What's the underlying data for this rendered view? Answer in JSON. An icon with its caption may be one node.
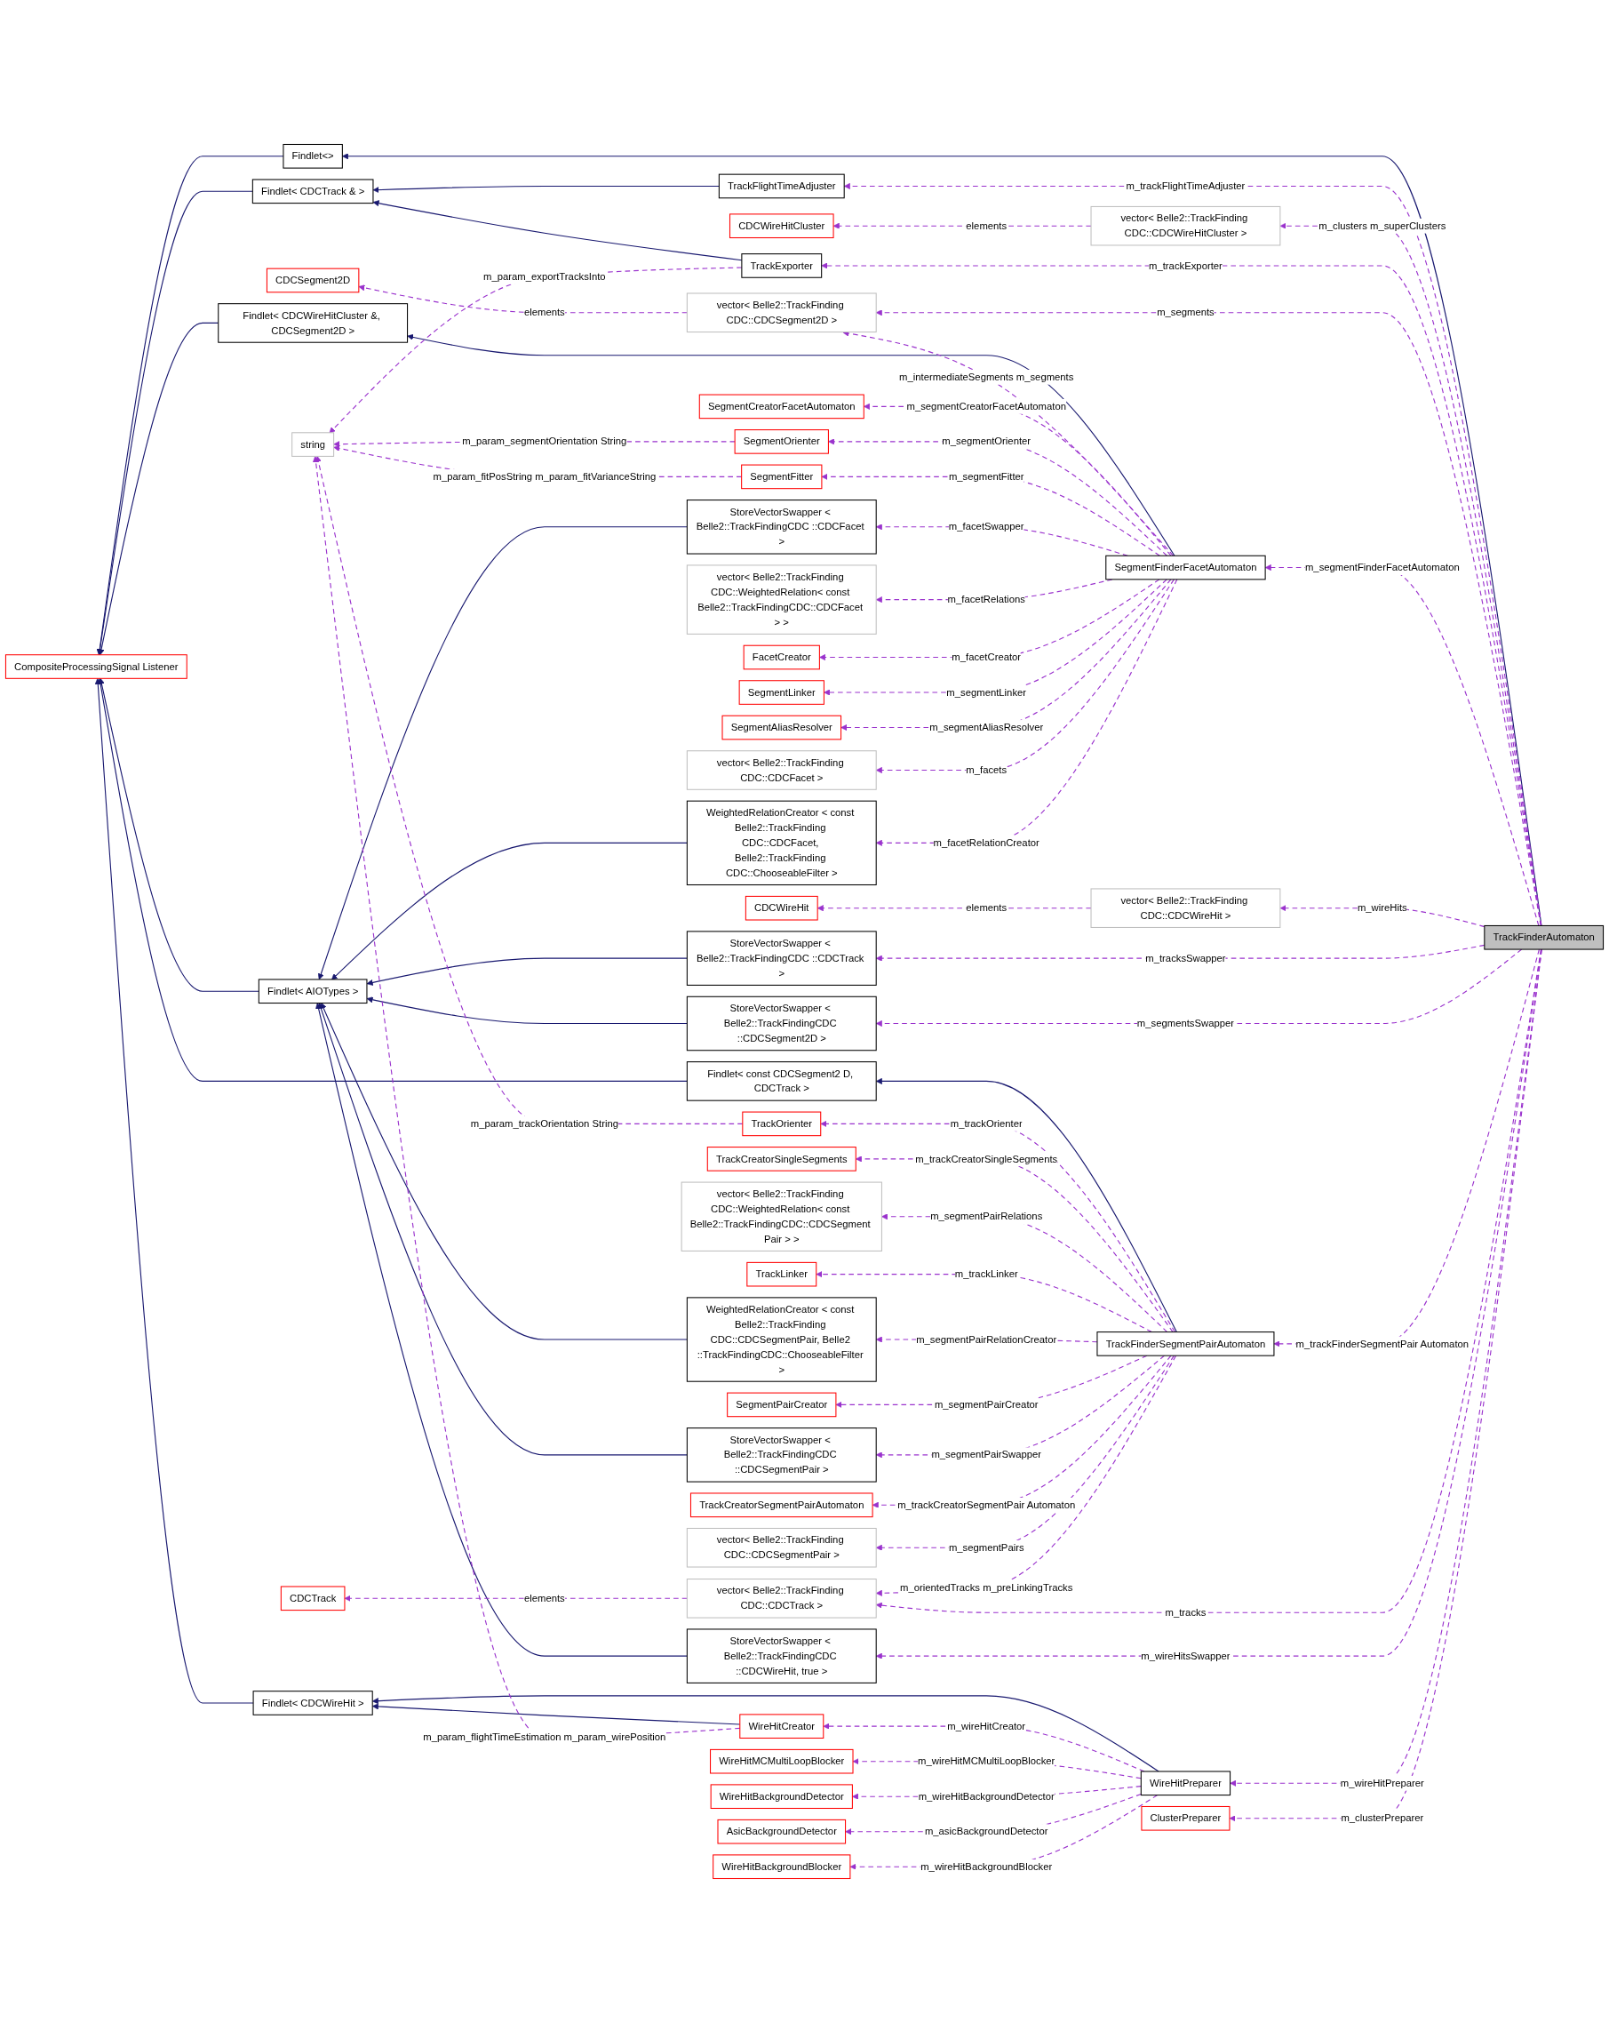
{
  "diagram": {
    "nodes": [
      {
        "text": [
          "Findlet<>"
        ]
      },
      {
        "text": [
          "TrackFlightTimeAdjuster"
        ]
      },
      {
        "text": [
          "CDCWireHitCluster"
        ]
      },
      {
        "text": [
          "vector< Belle2::TrackFinding CDC::CDCWireHitCluster >"
        ]
      },
      {
        "text": [
          "Findlet< CDCTrack & >"
        ]
      },
      {
        "text": [
          "TrackExporter"
        ]
      },
      {
        "text": [
          "Findlet< CDCWireHitCluster &, CDCSegment2D >"
        ]
      },
      {
        "text": [
          "CDCSegment2D"
        ]
      },
      {
        "text": [
          "vector< Belle2::TrackFinding CDC::CDCSegment2D >"
        ]
      },
      {
        "text": [
          "SegmentCreatorFacetAutomaton"
        ]
      },
      {
        "text": [
          "CompositeProcessingSignal Listener"
        ]
      },
      {
        "text": [
          "string"
        ]
      },
      {
        "text": [
          "SegmentOrienter"
        ]
      },
      {
        "text": [
          "SegmentFitter"
        ]
      },
      {
        "text": [
          "StoreVectorSwapper < Belle2::TrackFindingCDC ::CDCFacet >"
        ]
      },
      {
        "text": [
          "vector< Belle2::TrackFinding CDC::WeightedRelation< const Belle2::TrackFindingCDC::CDCFacet > >"
        ]
      },
      {
        "text": [
          "SegmentFinderFacetAutomaton"
        ]
      },
      {
        "text": [
          "FacetCreator"
        ]
      },
      {
        "text": [
          "SegmentLinker"
        ]
      },
      {
        "text": [
          "SegmentAliasResolver"
        ]
      },
      {
        "text": [
          "vector< Belle2::TrackFinding CDC::CDCFacet >"
        ]
      },
      {
        "text": [
          "WeightedRelationCreator < const Belle2::TrackFinding CDC::CDCFacet, Belle2::TrackFinding CDC::ChooseableFilter >"
        ]
      },
      {
        "text": [
          "CDCWireHit"
        ]
      },
      {
        "text": [
          "vector< Belle2::TrackFinding CDC::CDCWireHit >"
        ]
      },
      {
        "text": [
          "TrackFinderAutomaton"
        ]
      },
      {
        "text": [
          "TrackOrienter"
        ]
      },
      {
        "text": [
          "StoreVectorSwapper < Belle2::TrackFindingCDC ::CDCTrack >"
        ]
      },
      {
        "text": [
          "Findlet< AIOTypes >"
        ]
      },
      {
        "text": [
          "StoreVectorSwapper < Belle2::TrackFindingCDC ::CDCSegment2D >"
        ]
      },
      {
        "text": [
          "TrackCreatorSingleSegments"
        ]
      },
      {
        "text": [
          "vector< Belle2::TrackFinding CDC::WeightedRelation< const Belle2::TrackFindingCDC::CDCSegment Pair > >"
        ]
      },
      {
        "text": [
          "TrackLinker"
        ]
      },
      {
        "text": [
          "WeightedRelationCreator < const Belle2::TrackFinding CDC::CDCSegmentPair, Belle2 ::TrackFindingCDC::ChooseableFilter >"
        ]
      },
      {
        "text": [
          "TrackFinderSegmentPairAutomaton"
        ]
      },
      {
        "text": [
          "SegmentPairCreator"
        ]
      },
      {
        "text": [
          "StoreVectorSwapper < Belle2::TrackFindingCDC ::CDCSegmentPair >"
        ]
      },
      {
        "text": [
          "TrackCreatorSegmentPairAutomaton"
        ]
      },
      {
        "text": [
          "vector< Belle2::TrackFinding CDC::CDCSegmentPair >"
        ]
      },
      {
        "text": [
          "Findlet< const CDCSegment2 D, CDCTrack >"
        ]
      },
      {
        "text": [
          "vector< Belle2::TrackFinding CDC::CDCTrack >"
        ]
      },
      {
        "text": [
          "CDCTrack"
        ]
      },
      {
        "text": [
          "StoreVectorSwapper < Belle2::TrackFindingCDC ::CDCWireHit, true >"
        ]
      },
      {
        "text": [
          "Findlet< CDCWireHit >"
        ]
      },
      {
        "text": [
          "WireHitCreator"
        ]
      },
      {
        "text": [
          "WireHitMCMultiLoopBlocker"
        ]
      },
      {
        "text": [
          "WireHitPreparer"
        ]
      },
      {
        "text": [
          "WireHitBackgroundDetector"
        ]
      },
      {
        "text": [
          "ClusterPreparer"
        ]
      },
      {
        "text": [
          "AsicBackgroundDetector"
        ]
      },
      {
        "text": [
          "WireHitBackgroundBlocker"
        ]
      }
    ],
    "edges": [
      {
        "from": 24,
        "to": 0,
        "arrow": "to",
        "color": "#191970"
      },
      {
        "from": 0,
        "to": 10,
        "arrow": "to",
        "color": "#191970"
      },
      {
        "from": 1,
        "to": 4,
        "arrow": "to",
        "color": "#191970"
      },
      {
        "from": 5,
        "to": 4,
        "arrow": "to",
        "color": "#191970"
      },
      {
        "from": 4,
        "to": 10,
        "arrow": "to",
        "color": "#191970"
      },
      {
        "from": 16,
        "to": 6,
        "arrow": "to",
        "color": "#191970"
      },
      {
        "from": 6,
        "to": 10,
        "arrow": "to",
        "color": "#191970"
      },
      {
        "from": 14,
        "to": 27,
        "arrow": "to",
        "color": "#191970"
      },
      {
        "from": 21,
        "to": 27,
        "arrow": "to",
        "color": "#191970"
      },
      {
        "from": 26,
        "to": 27,
        "arrow": "to",
        "color": "#191970"
      },
      {
        "from": 28,
        "to": 27,
        "arrow": "to",
        "color": "#191970"
      },
      {
        "from": 32,
        "to": 27,
        "arrow": "to",
        "color": "#191970"
      },
      {
        "from": 35,
        "to": 27,
        "arrow": "to",
        "color": "#191970"
      },
      {
        "from": 41,
        "to": 27,
        "arrow": "to",
        "color": "#191970"
      },
      {
        "from": 27,
        "to": 10,
        "arrow": "to",
        "color": "#191970"
      },
      {
        "from": 33,
        "to": 38,
        "arrow": "to",
        "color": "#191970"
      },
      {
        "from": 38,
        "to": 10,
        "arrow": "to",
        "color": "#191970"
      },
      {
        "from": 43,
        "to": 42,
        "arrow": "to",
        "color": "#191970"
      },
      {
        "from": 45,
        "to": 42,
        "arrow": "to",
        "color": "#191970"
      },
      {
        "from": 42,
        "to": 10,
        "arrow": "to",
        "color": "#191970"
      },
      {
        "from": 24,
        "to": 1,
        "arrow": "to",
        "style": "dashed",
        "label": "m_trackFlightTimeAdjuster"
      },
      {
        "from": 24,
        "to": 3,
        "arrow": "to",
        "style": "dashed",
        "label": "m_clusters m_superClusters"
      },
      {
        "from": 3,
        "to": 2,
        "arrow": "to",
        "style": "dashed",
        "label": "elements"
      },
      {
        "from": 24,
        "to": 5,
        "arrow": "to",
        "style": "dashed",
        "label": "m_trackExporter"
      },
      {
        "from": 5,
        "to": 11,
        "arrow": "to",
        "style": "dashed",
        "label": "m_param_exportTracksInto"
      },
      {
        "from": 24,
        "to": 8,
        "arrow": "to",
        "style": "dashed",
        "label": "m_segments"
      },
      {
        "from": 8,
        "to": 7,
        "arrow": "to",
        "style": "dashed",
        "label": "elements"
      },
      {
        "from": 16,
        "to": 8,
        "arrow": "to",
        "style": "dashed",
        "label": "m_intermediateSegments m_segments"
      },
      {
        "from": 16,
        "to": 9,
        "arrow": "to",
        "style": "dashed",
        "label": "m_segmentCreatorFacetAutomaton"
      },
      {
        "from": 12,
        "to": 11,
        "arrow": "to",
        "style": "dashed",
        "label": "m_param_segmentOrientation String"
      },
      {
        "from": 16,
        "to": 12,
        "arrow": "to",
        "style": "dashed",
        "label": "m_segmentOrienter"
      },
      {
        "from": 13,
        "to": 11,
        "arrow": "to",
        "style": "dashed",
        "label": "m_param_fitPosString m_param_fitVarianceString"
      },
      {
        "from": 16,
        "to": 13,
        "arrow": "to",
        "style": "dashed",
        "label": "m_segmentFitter"
      },
      {
        "from": 16,
        "to": 14,
        "arrow": "to",
        "style": "dashed",
        "label": "m_facetSwapper"
      },
      {
        "from": 16,
        "to": 15,
        "arrow": "to",
        "style": "dashed",
        "label": "m_facetRelations"
      },
      {
        "from": 24,
        "to": 16,
        "arrow": "to",
        "style": "dashed",
        "label": "m_segmentFinderFacetAutomaton"
      },
      {
        "from": 16,
        "to": 17,
        "arrow": "to",
        "style": "dashed",
        "label": "m_facetCreator"
      },
      {
        "from": 16,
        "to": 18,
        "arrow": "to",
        "style": "dashed",
        "label": "m_segmentLinker"
      },
      {
        "from": 16,
        "to": 19,
        "arrow": "to",
        "style": "dashed",
        "label": "m_segmentAliasResolver"
      },
      {
        "from": 16,
        "to": 20,
        "arrow": "to",
        "style": "dashed",
        "label": "m_facets"
      },
      {
        "from": 16,
        "to": 21,
        "arrow": "to",
        "style": "dashed",
        "label": "m_facetRelationCreator"
      },
      {
        "from": 23,
        "to": 22,
        "arrow": "to",
        "style": "dashed",
        "label": "elements"
      },
      {
        "from": 24,
        "to": 23,
        "arrow": "to",
        "style": "dashed",
        "label": "m_wireHits"
      },
      {
        "from": 25,
        "to": 11,
        "arrow": "to",
        "style": "dashed",
        "label": "m_param_trackOrientation String"
      },
      {
        "from": 33,
        "to": 25,
        "arrow": "to",
        "style": "dashed",
        "label": "m_trackOrienter"
      },
      {
        "from": 24,
        "to": 26,
        "arrow": "to",
        "style": "dashed",
        "label": "m_tracksSwapper"
      },
      {
        "from": 24,
        "to": 28,
        "arrow": "to",
        "style": "dashed",
        "label": "m_segmentsSwapper"
      },
      {
        "from": 33,
        "to": 29,
        "arrow": "to",
        "style": "dashed",
        "label": "m_trackCreatorSingleSegments"
      },
      {
        "from": 33,
        "to": 30,
        "arrow": "to",
        "style": "dashed",
        "label": "m_segmentPairRelations"
      },
      {
        "from": 33,
        "to": 31,
        "arrow": "to",
        "style": "dashed",
        "label": "m_trackLinker"
      },
      {
        "from": 33,
        "to": 32,
        "arrow": "to",
        "style": "dashed",
        "label": "m_segmentPairRelationCreator"
      },
      {
        "from": 24,
        "to": 33,
        "arrow": "to",
        "style": "dashed",
        "label": "m_trackFinderSegmentPair Automaton"
      },
      {
        "from": 33,
        "to": 34,
        "arrow": "to",
        "style": "dashed",
        "label": "m_segmentPairCreator"
      },
      {
        "from": 33,
        "to": 35,
        "arrow": "to",
        "style": "dashed",
        "label": "m_segmentPairSwapper"
      },
      {
        "from": 33,
        "to": 36,
        "arrow": "to",
        "style": "dashed",
        "label": "m_trackCreatorSegmentPair Automaton"
      },
      {
        "from": 33,
        "to": 37,
        "arrow": "to",
        "style": "dashed",
        "label": "m_segmentPairs"
      },
      {
        "from": 33,
        "to": 39,
        "arrow": "to",
        "style": "dashed",
        "label": "m_orientedTracks m_preLinkingTracks"
      },
      {
        "from": 24,
        "to": 39,
        "arrow": "to",
        "style": "dashed",
        "label": "m_tracks"
      },
      {
        "from": 39,
        "to": 40,
        "arrow": "to",
        "style": "dashed",
        "label": "elements"
      },
      {
        "from": 24,
        "to": 41,
        "arrow": "to",
        "style": "dashed",
        "label": "m_wireHitsSwapper"
      },
      {
        "from": 43,
        "to": 11,
        "arrow": "to",
        "style": "dashed",
        "label": "m_param_flightTimeEstimation m_param_wirePosition"
      },
      {
        "from": 45,
        "to": 43,
        "arrow": "to",
        "style": "dashed",
        "label": "m_wireHitCreator"
      },
      {
        "from": 45,
        "to": 44,
        "arrow": "to",
        "style": "dashed",
        "label": "m_wireHitMCMultiLoopBlocker"
      },
      {
        "from": 24,
        "to": 45,
        "arrow": "to",
        "style": "dashed",
        "label": "m_wireHitPreparer"
      },
      {
        "from": 45,
        "to": 46,
        "arrow": "to",
        "style": "dashed",
        "label": "m_wireHitBackgroundDetector"
      },
      {
        "from": 24,
        "to": 47,
        "arrow": "to",
        "style": "dashed",
        "label": "m_clusterPreparer"
      },
      {
        "from": 45,
        "to": 48,
        "arrow": "to",
        "style": "dashed",
        "label": "m_asicBackgroundDetector"
      },
      {
        "from": 45,
        "to": 49,
        "arrow": "to",
        "style": "dashed",
        "label": "m_wireHitBackgroundBlocker"
      }
    ]
  }
}
